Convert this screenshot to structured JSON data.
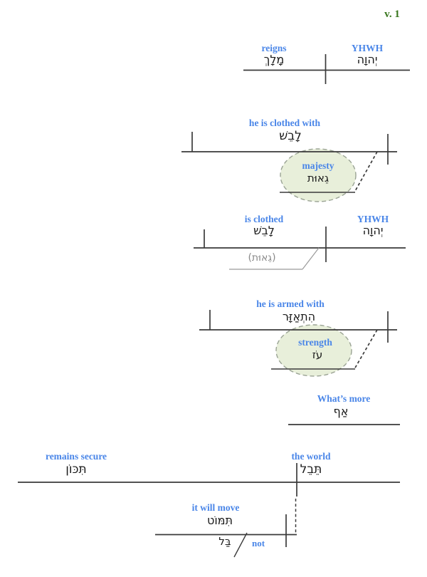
{
  "verse": "v. 1",
  "colors": {
    "label_blue": "#4a86e8",
    "verse_green": "#38761d",
    "line_dark": "#3a3a3a",
    "implied_gray": "#8a8a8a",
    "ellipse_fill": "#e8efda",
    "ellipse_border": "#9aa394"
  },
  "c1": {
    "pred_gloss": "reigns",
    "pred_heb": "מָלָךְ",
    "subj_gloss": "YHWH",
    "subj_heb": "יְהוָה"
  },
  "c2": {
    "pred_gloss": "he is clothed with",
    "pred_heb": "לָבֵשׁ",
    "obj_gloss": "majesty",
    "obj_heb": "גֵאוּת"
  },
  "c3": {
    "pred_gloss": "is clothed",
    "pred_heb": "לָבֵשׁ",
    "subj_gloss": "YHWH",
    "subj_heb": "יְהוָה",
    "implied_heb": "(גֵאוּת)"
  },
  "c4": {
    "pred_gloss": "he is armed with",
    "pred_heb": "הִתְאַזָּר",
    "obj_gloss": "strength",
    "obj_heb": "עֹז"
  },
  "conj": {
    "gloss": "What’s more",
    "heb": "אַף"
  },
  "c5": {
    "pred_gloss": "remains secure",
    "pred_heb": "תִּכּוֹן",
    "subj_gloss": "the world",
    "subj_heb": "תֵּבֵל"
  },
  "c6": {
    "pred_gloss": "it will move",
    "pred_heb": "תִּמּוֹט",
    "neg_gloss": "not",
    "neg_heb": "בַּל"
  }
}
